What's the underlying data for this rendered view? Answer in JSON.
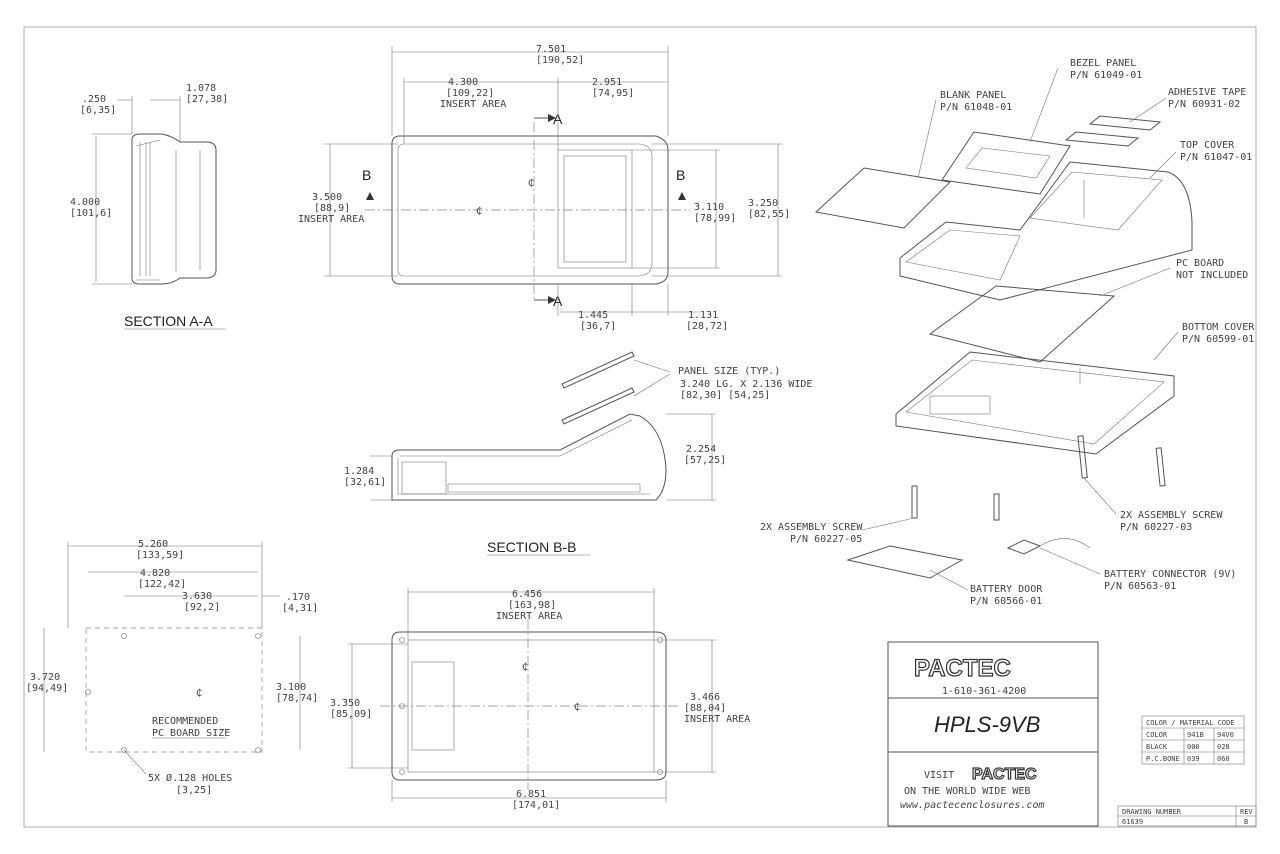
{
  "section_aa": {
    "title": "SECTION   A-A",
    "dim_250": ".250",
    "dim_250_mm": "[6,35]",
    "dim_1078": "1.078",
    "dim_1078_mm": "[27,38]",
    "dim_4000": "4.000",
    "dim_4000_mm": "[101,6]"
  },
  "top_view": {
    "dim_750": "7.501",
    "dim_750_mm": "[190,52]",
    "dim_4300": "4.300",
    "dim_4300_mm": "[109,22]",
    "insert_area": "INSERT AREA",
    "dim_2951": "2.951",
    "dim_2951_mm": "[74,95]",
    "dim_3500": "3.500",
    "dim_3500_mm": "[88,9]",
    "insert_area_left": "INSERT AREA",
    "dim_3110": "3.110",
    "dim_3110_mm": "[78,99]",
    "dim_3250": "3.250",
    "dim_3250_mm": "[82,55]",
    "dim_1445": "1.445",
    "dim_1445_mm": "[36,7]",
    "dim_1131": "1.131",
    "dim_1131_mm": "[28,72]",
    "marker_a": "A",
    "marker_b": "B",
    "centerline": "₵"
  },
  "section_bb": {
    "title": "SECTION   B-B",
    "panel_size": "PANEL SIZE (TYP.)",
    "panel_dims": "3.240  LG.  X   2.136  WIDE",
    "panel_dims_mm": "[82,30]                [54,25]",
    "dim_1284": "1.284",
    "dim_1284_mm": "[32,61]",
    "dim_2254": "2.254",
    "dim_2254_mm": "[57,25]"
  },
  "pcb_view": {
    "dim_5260": "5.260",
    "dim_5260_mm": "[133,59]",
    "dim_4820": "4.820",
    "dim_4820_mm": "[122,42]",
    "dim_3630": "3.630",
    "dim_3630_mm": "[92,2]",
    "dim_170": ".170",
    "dim_170_mm": "[4,31]",
    "dim_3720": "3.720",
    "dim_3720_mm": "[94,49]",
    "dim_3100": "3.100",
    "dim_3100_mm": "[78,74]",
    "recommended": "RECOMMENDED",
    "pc_board_size": "PC BOARD SIZE",
    "holes": "5X Ø.128  HOLES",
    "holes_mm": "[3,25]"
  },
  "bottom_view": {
    "dim_6456": "6.456",
    "dim_6456_mm": "[163,98]",
    "insert_area": "INSERT AREA",
    "dim_3350": "3.350",
    "dim_3350_mm": "[85,09]",
    "dim_3466": "3.466",
    "dim_3466_mm": "[88,04]",
    "insert_area_right": "INSERT AREA",
    "dim_6851": "6.851",
    "dim_6851_mm": "[174,01]"
  },
  "exploded": {
    "bezel_panel": "BEZEL PANEL",
    "bezel_pn": "P/N 61049-01",
    "blank_panel": "BLANK PANEL",
    "blank_pn": "P/N 61048-01",
    "adhesive": "ADHESIVE TAPE",
    "adhesive_pn": "P/N 60931-02",
    "top_cover": "TOP COVER",
    "top_cover_pn": "P/N 61047-01",
    "pc_board": "PC BOARD",
    "pc_board_note": "NOT INCLUDED",
    "bottom_cover": "BOTTOM COVER",
    "bottom_cover_pn": "P/N 60599-01",
    "screw_a": "2X ASSEMBLY SCREW",
    "screw_a_pn": "P/N 60227-03",
    "screw_b": "2X ASSEMBLY SCREW",
    "screw_b_pn": "P/N 60227-05",
    "battery_conn": "BATTERY CONNECTOR (9V)",
    "battery_conn_pn": "P/N 60563-01",
    "battery_door": "BATTERY DOOR",
    "battery_door_pn": "P/N 60566-01"
  },
  "title_block": {
    "logo": "PACTEC",
    "phone": "1-610-361-4200",
    "model": "HPLS-9VB",
    "visit": "VISIT",
    "logo_small": "PACTEC",
    "web_line": "ON THE WORLD WIDE WEB",
    "url": "www.pactecenclosures.com",
    "drawing_number_label": "DRAWING NUMBER",
    "drawing_number": "61639",
    "rev_label": "REV",
    "rev": "B"
  },
  "material_table": {
    "header": "COLOR / MATERIAL CODE",
    "rows": [
      [
        "COLOR",
        "941B",
        "94V0"
      ],
      [
        "BLACK",
        "000",
        "028"
      ],
      [
        "P.C.BONE",
        "039",
        "060"
      ]
    ]
  },
  "colors": {
    "line": "#555555",
    "background": "#ffffff"
  }
}
